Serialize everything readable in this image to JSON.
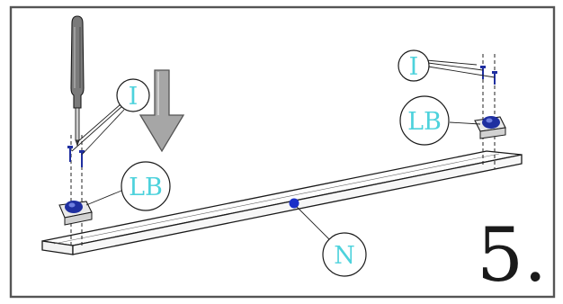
{
  "callouts": {
    "screw_left": "I",
    "bracket_left": "LB",
    "screw_right": "I",
    "bracket_right": "LB",
    "panel": "N"
  },
  "step_number": "5.",
  "colors": {
    "callout_text": "#4dd2dc",
    "hardware": "#1f2fa0",
    "marker": "#1a2fc8",
    "arrow": "#a6a6a6",
    "frame": "#555555"
  }
}
